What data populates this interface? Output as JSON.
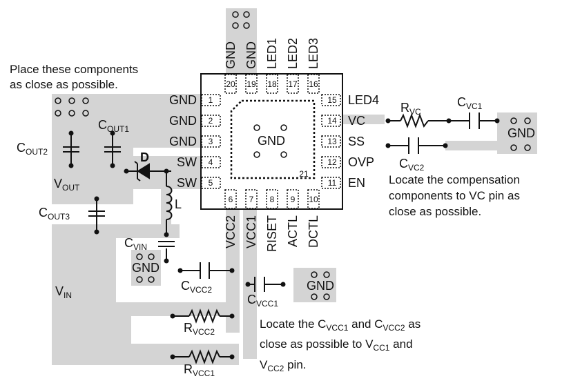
{
  "colors": {
    "copper": "#d4d4d4",
    "ink": "#111111",
    "background": "#ffffff"
  },
  "ic": {
    "exposed_pad_label": "GND",
    "exposed_pad_pin": "21",
    "pins": [
      {
        "num": "1",
        "name": "GND"
      },
      {
        "num": "2",
        "name": "GND"
      },
      {
        "num": "3",
        "name": "GND"
      },
      {
        "num": "4",
        "name": "SW"
      },
      {
        "num": "5",
        "name": "SW"
      },
      {
        "num": "6",
        "name": "VCC2"
      },
      {
        "num": "7",
        "name": "VCC1"
      },
      {
        "num": "8",
        "name": "RISET"
      },
      {
        "num": "9",
        "name": "ACTL"
      },
      {
        "num": "10",
        "name": "DCTL"
      },
      {
        "num": "11",
        "name": "EN"
      },
      {
        "num": "12",
        "name": "OVP"
      },
      {
        "num": "13",
        "name": "SS"
      },
      {
        "num": "14",
        "name": "VC"
      },
      {
        "num": "15",
        "name": "LED4"
      },
      {
        "num": "16",
        "name": "LED3"
      },
      {
        "num": "17",
        "name": "LED2"
      },
      {
        "num": "18",
        "name": "LED1"
      },
      {
        "num": "19",
        "name": "GND"
      },
      {
        "num": "20",
        "name": "GND"
      }
    ]
  },
  "components": {
    "cout1": {
      "main": "C",
      "sub": "OUT1"
    },
    "cout2": {
      "main": "C",
      "sub": "OUT2"
    },
    "cout3": {
      "main": "C",
      "sub": "OUT3"
    },
    "diode": "D",
    "inductor": "L",
    "cvin": {
      "main": "C",
      "sub": "VIN"
    },
    "cvcc2": {
      "main": "C",
      "sub": "VCC2"
    },
    "cvcc1": {
      "main": "C",
      "sub": "VCC1"
    },
    "rvcc2": {
      "main": "R",
      "sub": "VCC2"
    },
    "rvcc1": {
      "main": "R",
      "sub": "VCC1"
    },
    "rvc": {
      "main": "R",
      "sub": "VC"
    },
    "cvc1": {
      "main": "C",
      "sub": "VC1"
    },
    "cvc2": {
      "main": "C",
      "sub": "VC2"
    }
  },
  "nets": {
    "vout": {
      "main": "V",
      "sub": "OUT"
    },
    "vin": {
      "main": "V",
      "sub": "IN"
    },
    "gnd": "GND"
  },
  "notes": {
    "output_placement": [
      "Place these components",
      "as close as possible."
    ],
    "compensation": [
      "Locate the compensation",
      "components to VC pin as",
      "close as possible."
    ],
    "vcc_line1": {
      "t1": "Locate the C",
      "s1": "VCC1",
      "t2": " and C",
      "s2": "VCC2",
      "t3": " as"
    },
    "vcc_line2": {
      "t1": "close as possible to V",
      "s1": "CC1",
      "t2": " and"
    },
    "vcc_line3": {
      "t1": "V",
      "s1": "CC2",
      "t2": " pin."
    }
  }
}
